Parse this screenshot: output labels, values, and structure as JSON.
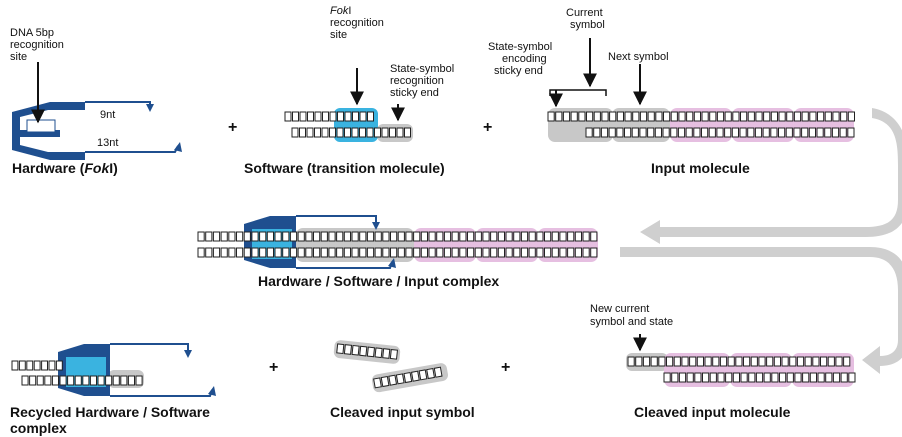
{
  "colors": {
    "hardware": "#1f4f8f",
    "hardware_light": "#2a66b8",
    "fokI_site": "#3ab3e0",
    "sticky_gray": "#c8c8c8",
    "input_pink": "#e6bfe1",
    "flow_arrow": "#cfcfcf",
    "strand": "#222222"
  },
  "row1": {
    "hardware": {
      "label_dna_site": [
        "DNA 5bp",
        "recognition",
        "site"
      ],
      "label_9nt": "9nt",
      "label_13nt": "13nt",
      "caption_pre": "Hardware (",
      "caption_italic": "Fok",
      "caption_post": "I)"
    },
    "software": {
      "label_fok_italic": "Fok",
      "label_fok_rest": "I",
      "label_fok_lines": [
        "recognition",
        "site"
      ],
      "label_state_symbol": [
        "State-symbol",
        "recognition",
        "sticky end"
      ],
      "caption": "Software (transition molecule)"
    },
    "input": {
      "label_encoding": [
        "State-symbol",
        "encoding",
        "sticky end"
      ],
      "label_current": [
        "Current",
        "symbol"
      ],
      "label_next": "Next  symbol",
      "caption": "Input molecule"
    }
  },
  "row2": {
    "caption": "Hardware / Software / Input complex"
  },
  "row3": {
    "recycled_caption": [
      "Recycled Hardware / Software",
      "complex"
    ],
    "cleaved_symbol_caption": "Cleaved input symbol",
    "new_current_label": [
      "New current",
      "symbol and state"
    ],
    "cleaved_molecule_caption": "Cleaved input molecule"
  },
  "operators": {
    "plus": "+"
  }
}
